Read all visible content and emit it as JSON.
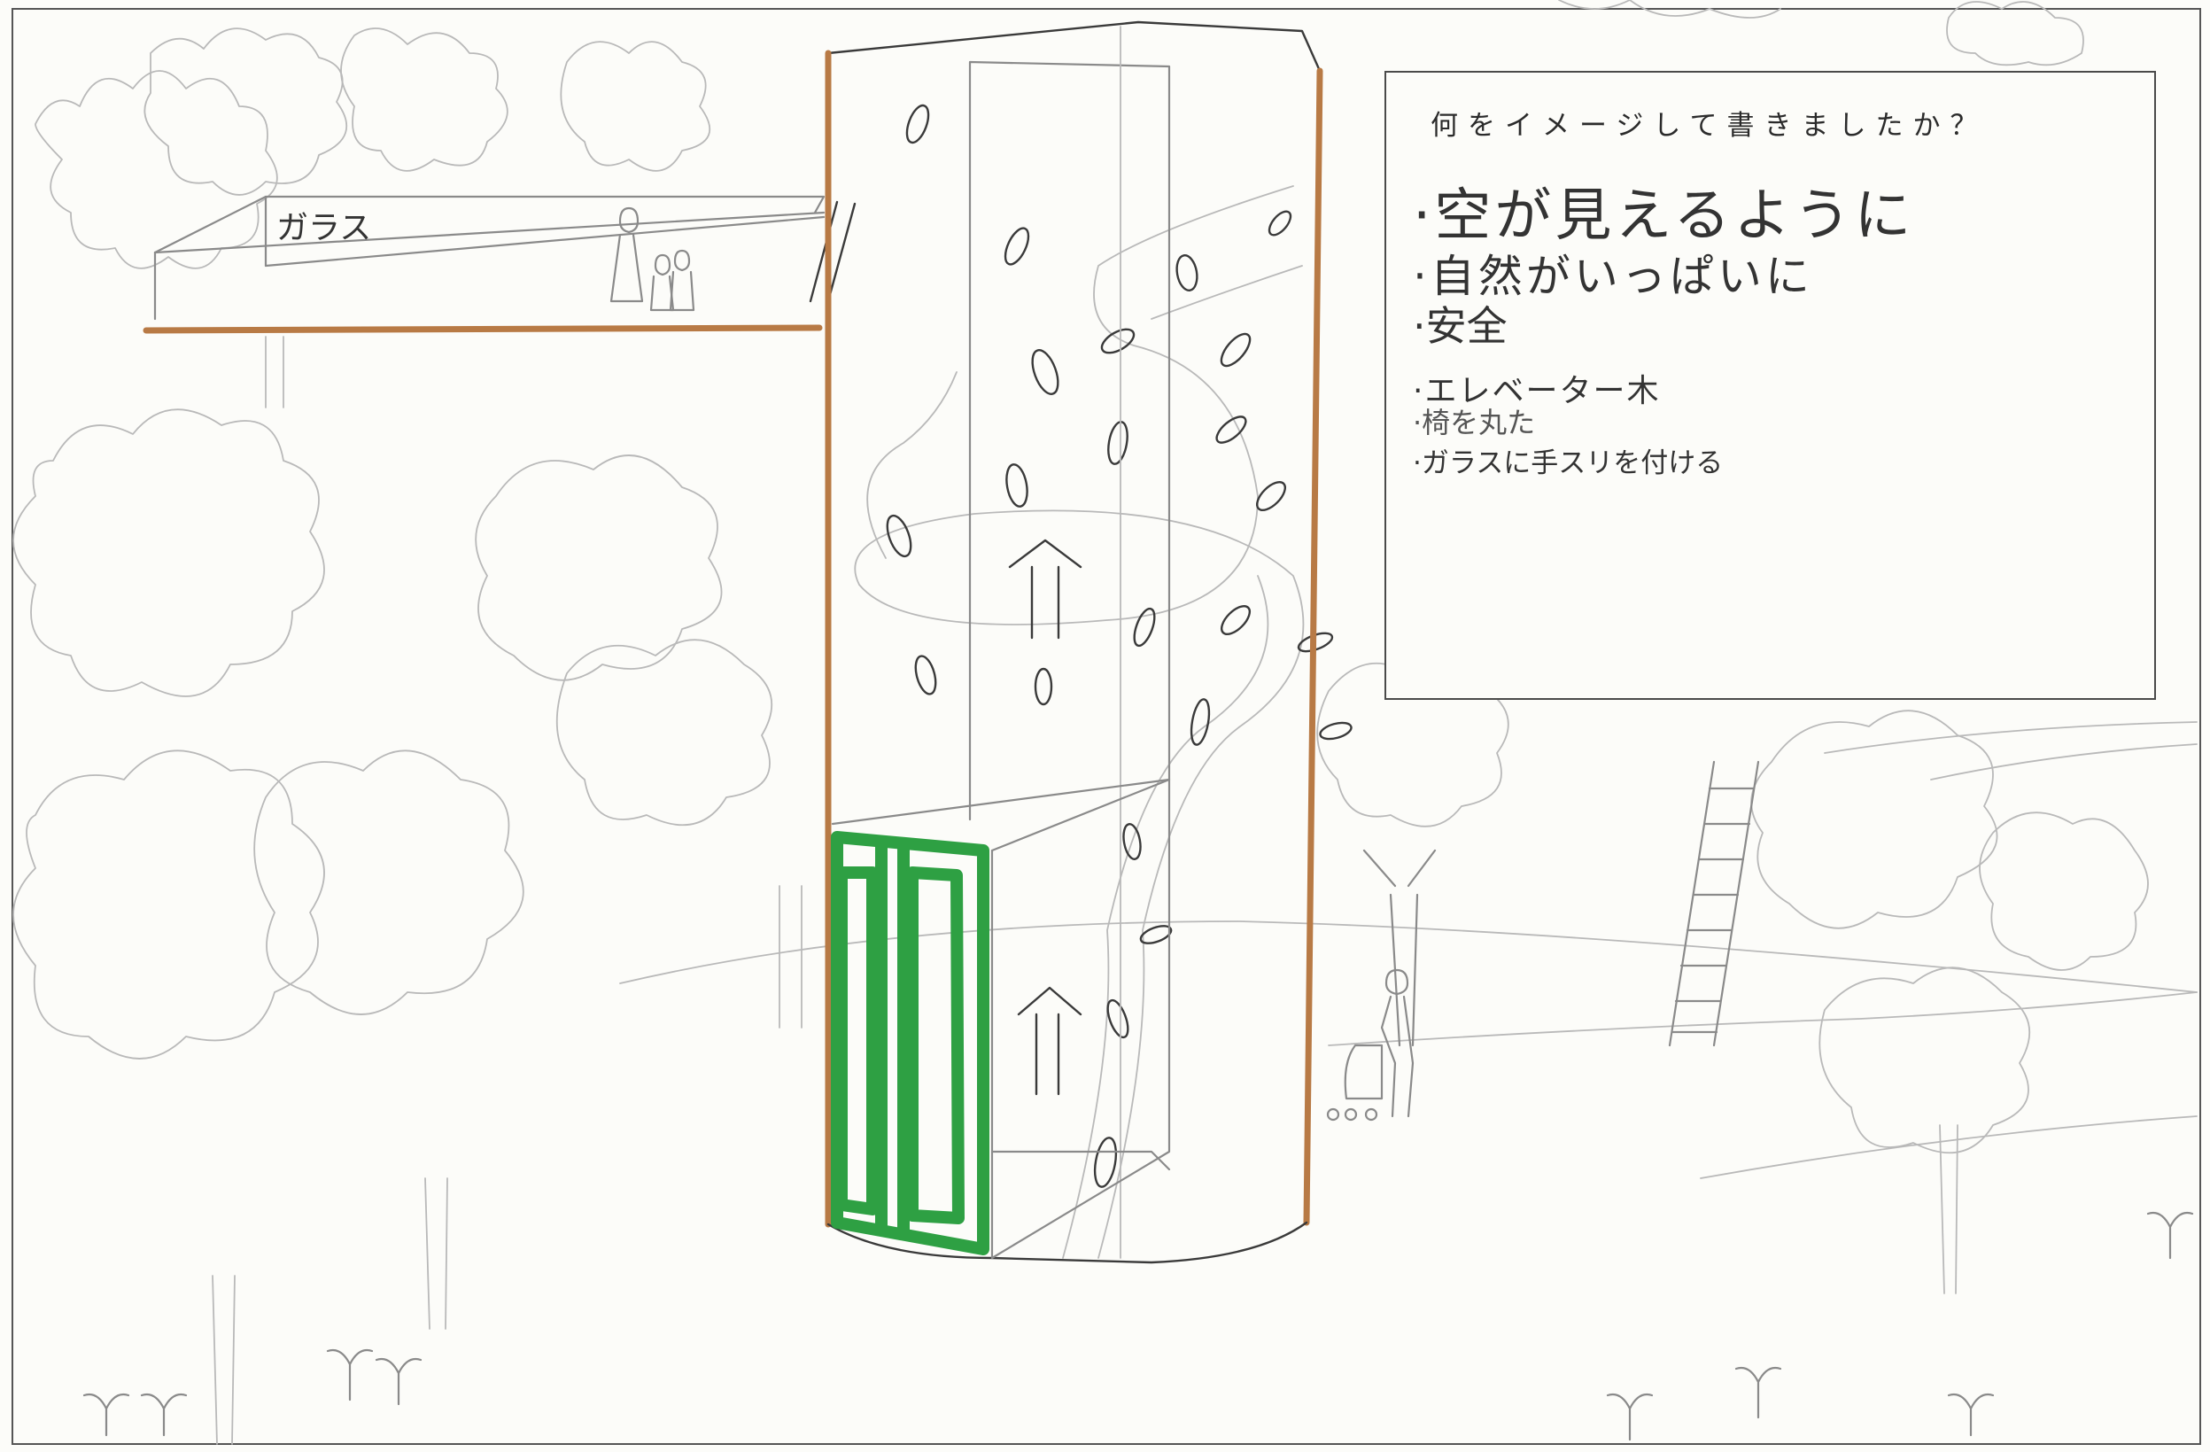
{
  "drawing": {
    "glass_label": "ガラス"
  },
  "question_box": {
    "question": "何をイメージして書きましたか？",
    "answers": [
      "·空が見えるように",
      "·自然がいっぱいに",
      "·安全",
      "·エレベーター木",
      "·椅を丸た",
      "·ガラスに手スリを付ける"
    ]
  },
  "colors": {
    "wood": "#b87a45",
    "door_frame": "#2ea043",
    "pencil": "#8a8a8a"
  }
}
